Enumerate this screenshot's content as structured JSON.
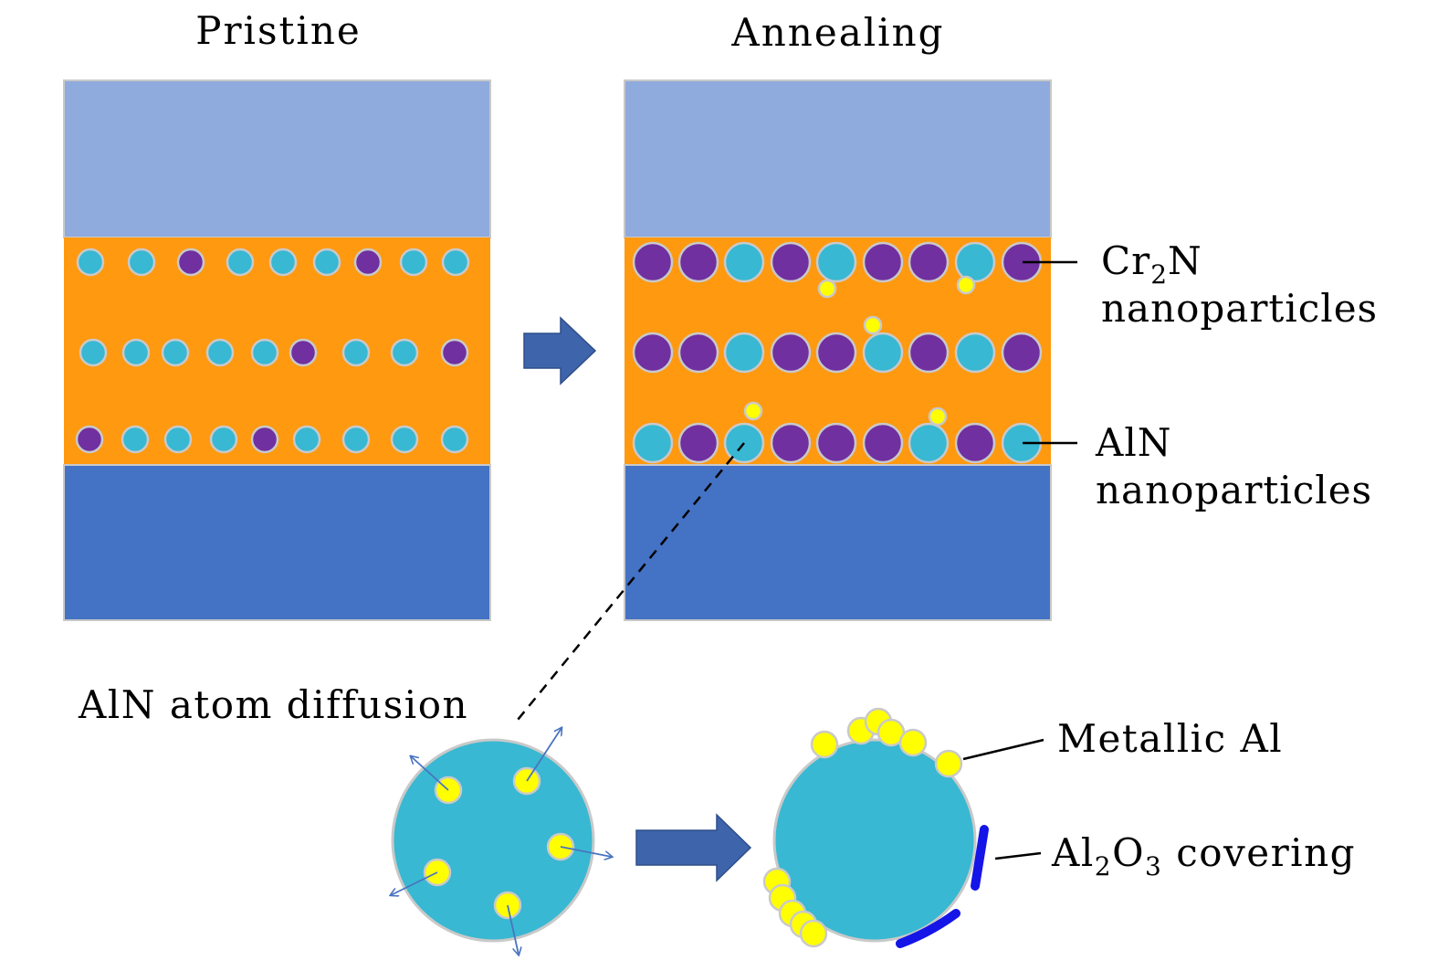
{
  "titles": {
    "pristine": "Pristine",
    "annealing": "Annealing"
  },
  "labels": {
    "cr2n_formula": {
      "main": "Cr",
      "sub": "2",
      "tail": "N"
    },
    "cr2n_word": "nanoparticles",
    "aln_formula": "AlN",
    "aln_word": "nanoparticles",
    "diffusion": "AlN atom diffusion",
    "metallic_al": "Metallic Al",
    "al2o3": {
      "a": "Al",
      "sub1": "2",
      "b": "O",
      "sub2": "3",
      "tail": " covering"
    }
  },
  "colors": {
    "top_layer": "#8FAADC",
    "bottom_layer": "#4472C4",
    "middle_layer": "#FF9910",
    "aln_particle": "#38B8D2",
    "cr2n_particle": "#7030A0",
    "metallic_al": "#FFFF00",
    "al2o3": "#1515E8",
    "arrow": "#3E64AC",
    "particle_outline": "#C9C9C9"
  },
  "legend": {
    "cyan": "AlN nanoparticles",
    "purple": "Cr2N nanoparticles",
    "yellow": "Metallic Al",
    "blue": "Al2O3 covering"
  },
  "pristine_rows": [
    [
      "cyan",
      "cyan",
      "purple",
      "cyan",
      "cyan",
      "cyan",
      "purple",
      "cyan",
      "cyan"
    ],
    [
      "cyan",
      "cyan",
      "cyan",
      "cyan",
      "cyan",
      "purple",
      "cyan",
      "cyan",
      "purple"
    ],
    [
      "purple",
      "cyan",
      "cyan",
      "cyan",
      "purple",
      "cyan",
      "cyan",
      "cyan",
      "cyan"
    ]
  ],
  "annealing_rows": [
    [
      "purple",
      "purple",
      "cyan",
      "purple",
      "cyan",
      "purple",
      "purple",
      "cyan",
      "purple"
    ],
    [
      "purple",
      "purple",
      "cyan",
      "purple",
      "purple",
      "cyan",
      "purple",
      "cyan",
      "purple"
    ],
    [
      "cyan",
      "purple",
      "cyan",
      "purple",
      "purple",
      "purple",
      "cyan",
      "purple",
      "cyan"
    ]
  ]
}
